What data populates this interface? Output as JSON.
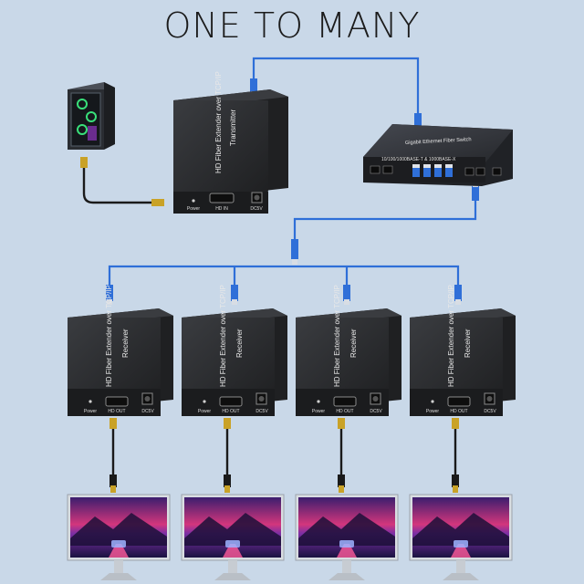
{
  "title": "ONE TO MANY",
  "transmitter": {
    "name_line1": "HD Fiber Extender over TCP/IP",
    "name_line2": "Transmitter",
    "port_power": "Power",
    "port_hdmi": "HD IN",
    "port_dc": "DC5V"
  },
  "switch": {
    "label": "Gigabit Ethernet Fiber Switch",
    "spec": "10/100/1000BASE-T & 1000BASE-X"
  },
  "receivers": [
    {
      "name_line1": "HD Fiber Extender over TCP/IP",
      "name_line2": "Receiver",
      "port_power": "Power",
      "port_hdmi": "HD OUT",
      "port_dc": "DC5V"
    },
    {
      "name_line1": "HD Fiber Extender over TCP/IP",
      "name_line2": "Receiver",
      "port_power": "Power",
      "port_hdmi": "HD OUT",
      "port_dc": "DC5V"
    },
    {
      "name_line1": "HD Fiber Extender over TCP/IP",
      "name_line2": "Receiver",
      "port_power": "Power",
      "port_hdmi": "HD OUT",
      "port_dc": "DC5V"
    },
    {
      "name_line1": "HD Fiber Extender over TCP/IP",
      "name_line2": "Receiver",
      "port_power": "Power",
      "port_hdmi": "HD OUT",
      "port_dc": "DC5V"
    }
  ],
  "colors": {
    "background": "#c9d8e8",
    "fiber": "#2f6fd8",
    "device": "#2a2b2d",
    "hdmi_cable": "#1a1a1a",
    "connector_gold": "#c9a227"
  },
  "icons": {
    "pc": "desktop-tower-icon",
    "monitor": "monitor-icon",
    "connector": "fiber-connector-icon"
  }
}
